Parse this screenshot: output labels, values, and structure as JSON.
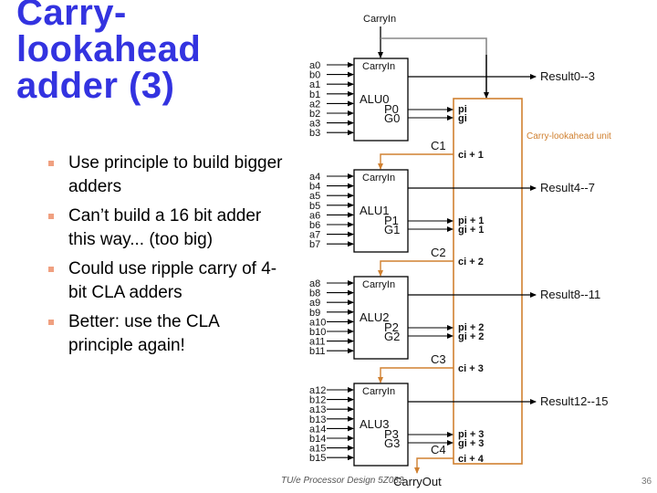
{
  "slide": {
    "title_lines": [
      "Carry-",
      "lookahead",
      "adder (3)"
    ],
    "bullets": [
      "Use principle to build bigger adders",
      "Can’t build a 16 bit adder this way... (too big)",
      "Could use ripple carry of 4-bit CLA adders",
      "Better:  use the CLA principle again!"
    ],
    "footer": "TU/e Processor Design 5Z032",
    "page_number": "36"
  },
  "colors": {
    "title": "#3333e0",
    "bullet": "#f0a080",
    "cla_unit": "#d08030",
    "wire": "#000000",
    "carry_wire": "#d08030",
    "carryin_wire": "#888888"
  },
  "diagram": {
    "top_carry_in": "CarryIn",
    "carry_out": "CarryOut",
    "cla_unit_label": "Carry-lookahead unit",
    "alus": [
      {
        "name": "ALU0",
        "carry_in": "CarryIn",
        "p": "P0",
        "g": "G0",
        "inputs": [
          "a0",
          "b0",
          "a1",
          "b1",
          "a2",
          "b2",
          "a3",
          "b3"
        ],
        "result": "Result0--3",
        "pi": "pi",
        "gi": "gi",
        "carry": "C1",
        "ci": "ci + 1"
      },
      {
        "name": "ALU1",
        "carry_in": "CarryIn",
        "p": "P1",
        "g": "G1",
        "inputs": [
          "a4",
          "b4",
          "a5",
          "b5",
          "a6",
          "b6",
          "a7",
          "b7"
        ],
        "result": "Result4--7",
        "pi": "pi + 1",
        "gi": "gi + 1",
        "carry": "C2",
        "ci": "ci + 2"
      },
      {
        "name": "ALU2",
        "carry_in": "CarryIn",
        "p": "P2",
        "g": "G2",
        "inputs": [
          "a8",
          "b8",
          "a9",
          "b9",
          "a10",
          "b10",
          "a11",
          "b11"
        ],
        "result": "Result8--11",
        "pi": "pi + 2",
        "gi": "gi + 2",
        "carry": "C3",
        "ci": "ci + 3"
      },
      {
        "name": "ALU3",
        "carry_in": "CarryIn",
        "p": "P3",
        "g": "G3",
        "inputs": [
          "a12",
          "b12",
          "a13",
          "b13",
          "a14",
          "b14",
          "a15",
          "b15"
        ],
        "result": "Result12--15",
        "pi": "pi + 3",
        "gi": "gi + 3",
        "carry": "C4",
        "ci": "ci + 4"
      }
    ]
  }
}
